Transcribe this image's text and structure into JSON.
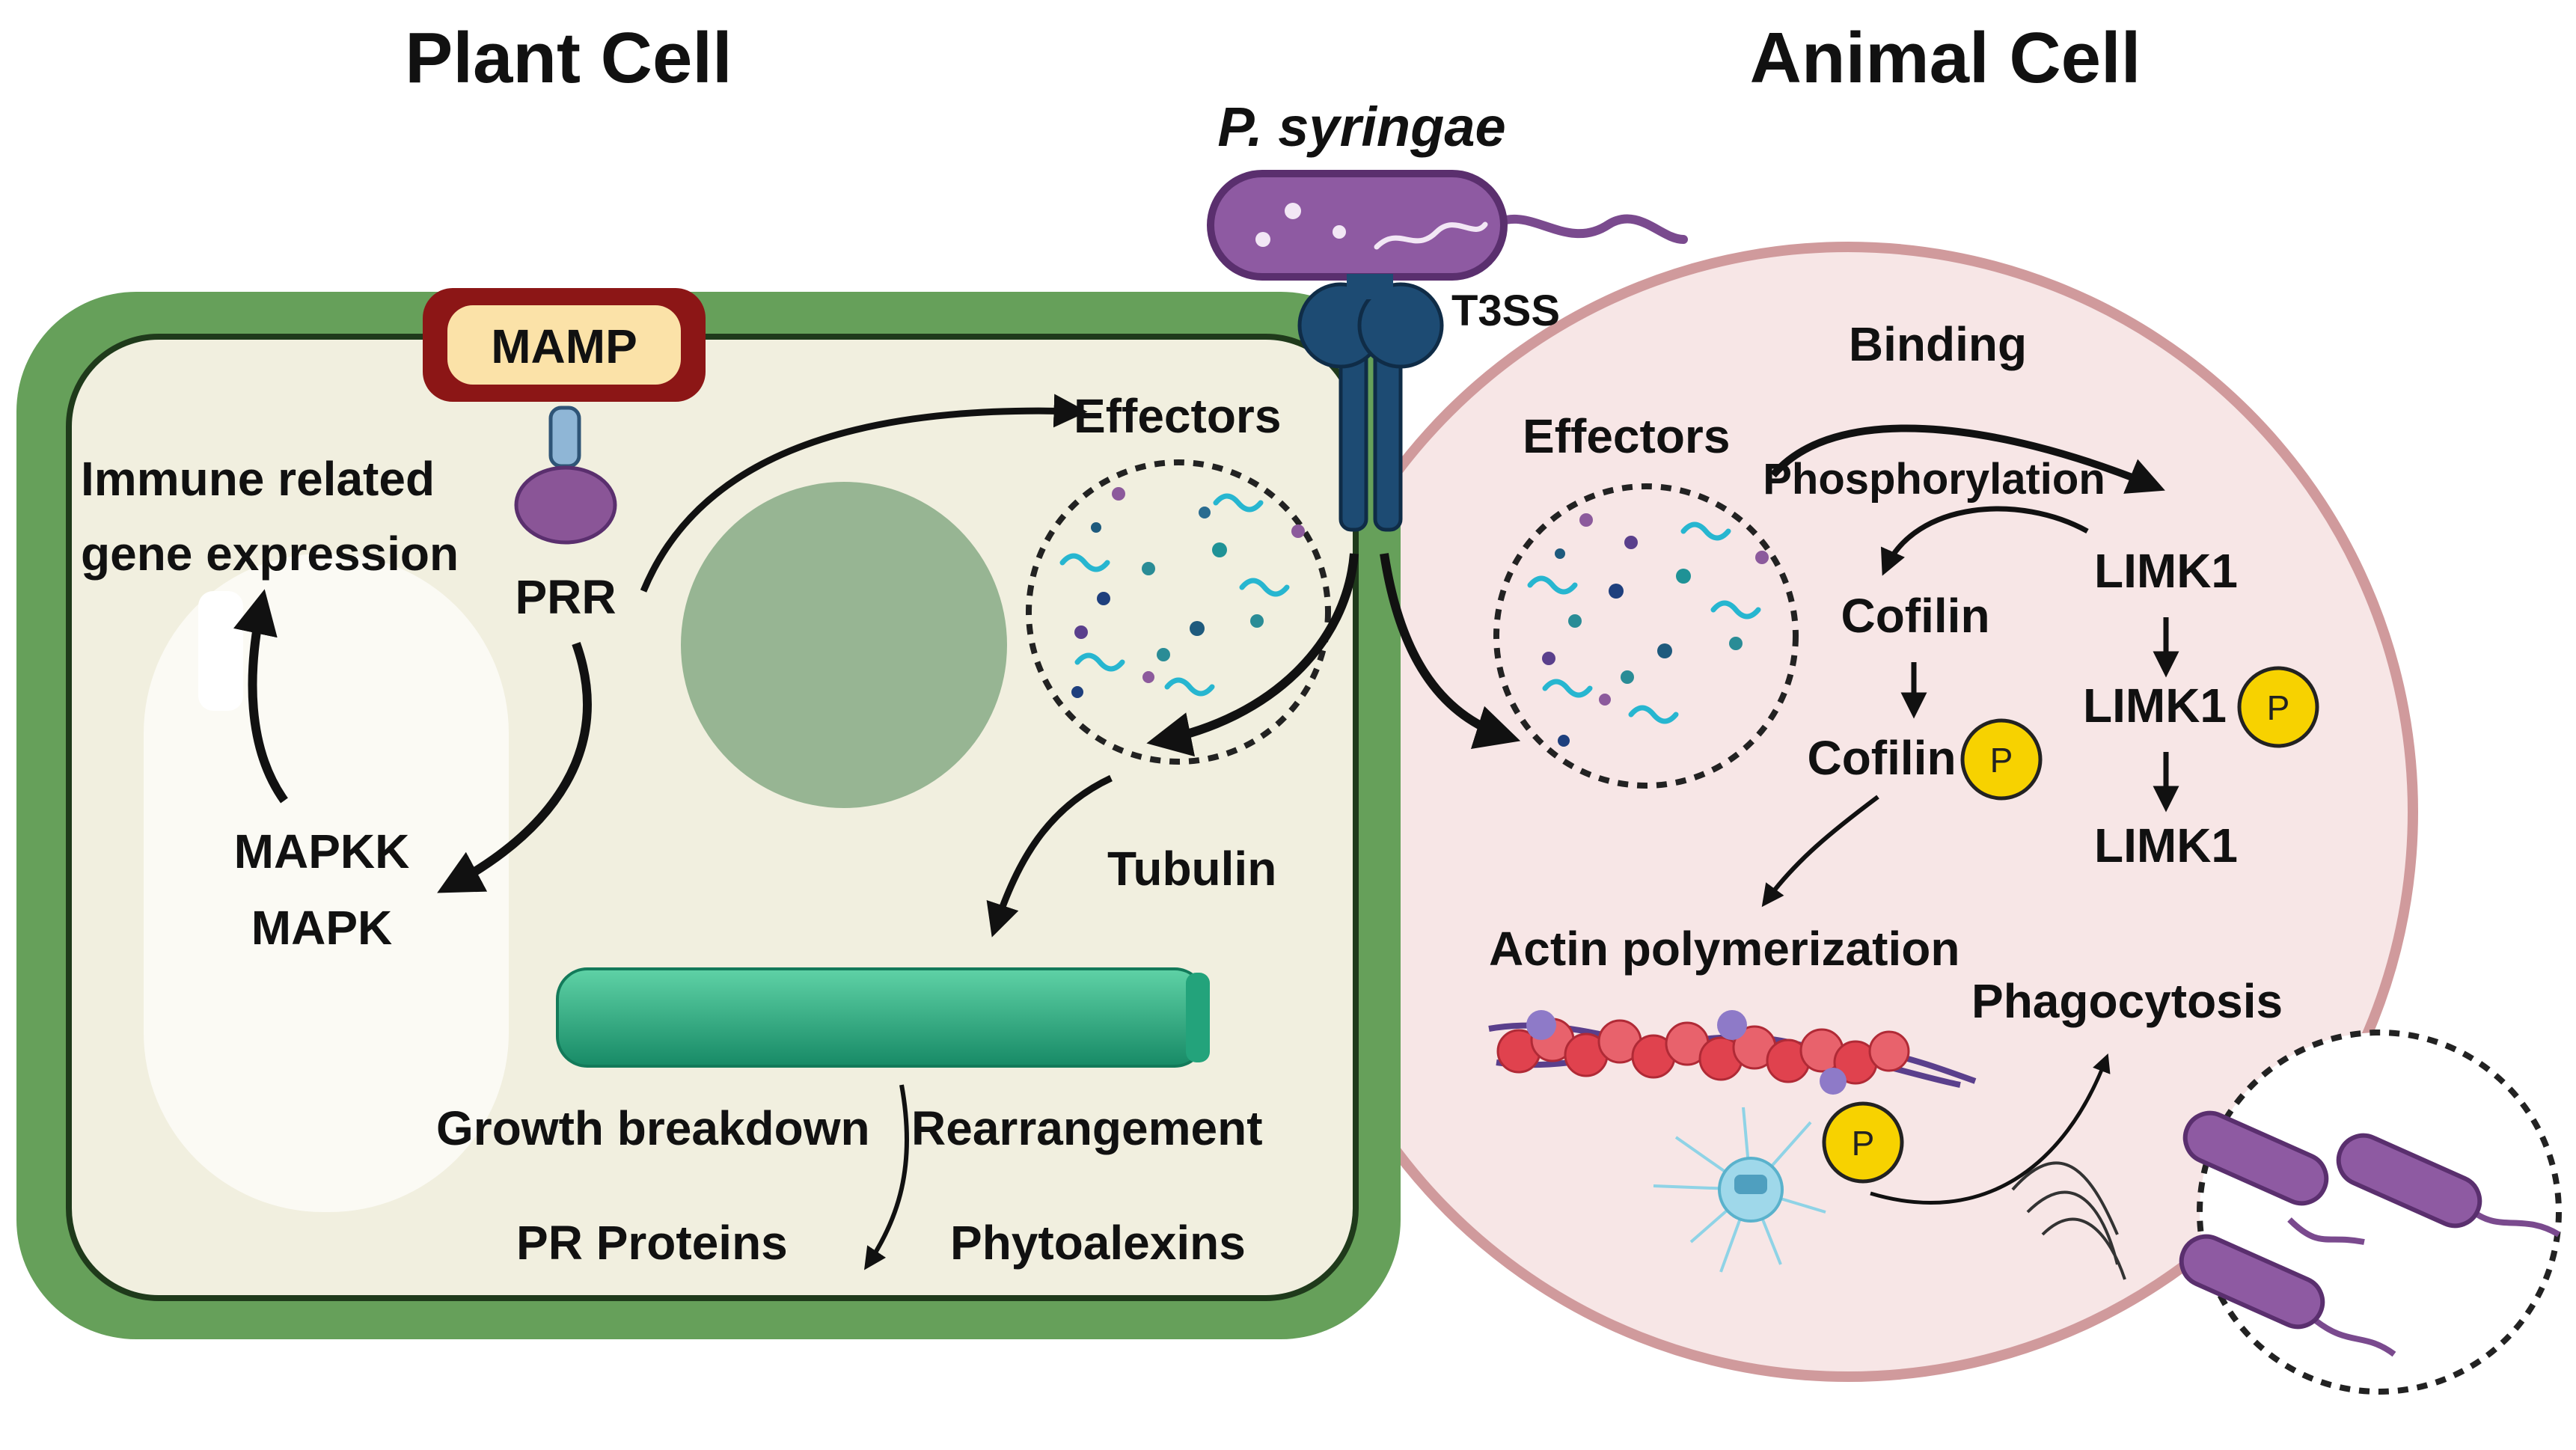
{
  "titles": {
    "plant_cell": "Plant Cell",
    "animal_cell": "Animal Cell",
    "pathogen": "P. syringae",
    "secretion_system": "T3SS"
  },
  "plant": {
    "mamp": "MAMP",
    "prr": "PRR",
    "immune_line1": "Immune related",
    "immune_line2": "gene expression",
    "mapkk": "MAPKK",
    "mapk": "MAPK",
    "effectors": "Effectors",
    "tubulin": "Tubulin",
    "growth_breakdown": "Growth breakdown",
    "rearrangement": "Rearrangement",
    "pr_proteins": "PR Proteins",
    "phytoalexins": "Phytoalexins"
  },
  "animal": {
    "binding": "Binding",
    "phosphorylation": "Phosphorylation",
    "effectors": "Effectors",
    "limk1_a": "LIMK1",
    "limk1_b": "LIMK1",
    "limk1_c": "LIMK1",
    "cofilin_a": "Cofilin",
    "cofilin_b": "Cofilin",
    "actin": "Actin polymerization",
    "phagocytosis": "Phagocytosis",
    "phospho_mark": "P"
  },
  "colors": {
    "plant_wall": "#66a05a",
    "plant_cyto": "#f1efdf",
    "nucleus": "#97b593",
    "animal_fill": "#f7e6e6",
    "animal_border": "#d09a9c",
    "bacterium": "#8e5aa2",
    "t3ss": "#1d4b73",
    "mamp_border": "#8c1616",
    "prr_purple": "#8a5597",
    "phospho_yellow": "#f7d200",
    "microtubule": "#1fa87d",
    "actin_red": "#e0424e"
  }
}
